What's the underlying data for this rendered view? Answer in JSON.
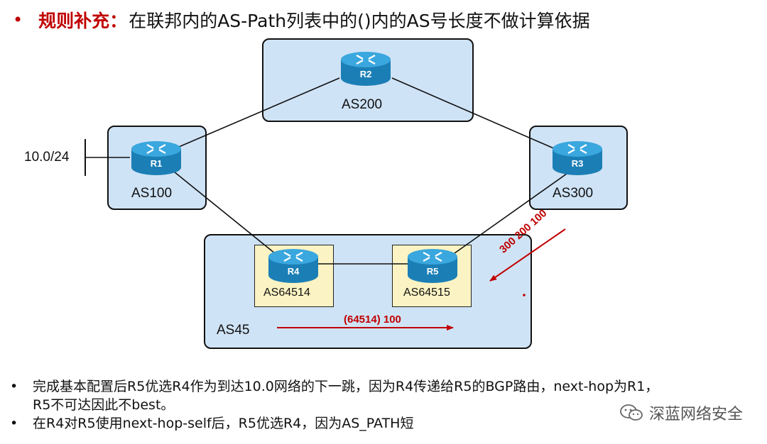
{
  "title": {
    "bullet": "•",
    "label": "规则补充",
    "colon": "：",
    "text": "在联邦内的AS-Path列表中的()内的AS号长度不做计算依据"
  },
  "diagram": {
    "network_label": "10.0/24",
    "routers": [
      {
        "id": "R1",
        "label": "R1",
        "as": "AS100"
      },
      {
        "id": "R2",
        "label": "R2",
        "as": "AS200"
      },
      {
        "id": "R3",
        "label": "R3",
        "as": "AS300"
      },
      {
        "id": "R4",
        "label": "R4",
        "as": "AS64514"
      },
      {
        "id": "R5",
        "label": "R5",
        "as": "AS64515"
      }
    ],
    "confederation_as": "AS45",
    "paths": [
      {
        "label": "300 200 100"
      },
      {
        "label": "(64514) 100"
      }
    ],
    "colors": {
      "as_box_fill": "#cfe3f6",
      "sub_as_fill": "#fbf3c3",
      "router_blue": "#1f8ec9",
      "accent_red": "#c00000"
    }
  },
  "notes": [
    {
      "bullet": "•",
      "text": "完成基本配置后R5优选R4作为到达10.0网络的下一跳，因为R4传递给R5的BGP路由，next-hop为R1，R5不可达因此不best。"
    },
    {
      "bullet": "•",
      "text": "在R4对R5使用next-hop-self后，R5优选R4，因为AS_PATH短"
    }
  ],
  "watermark": {
    "icon": "wechat-icon",
    "text": "深蓝网络安全"
  }
}
